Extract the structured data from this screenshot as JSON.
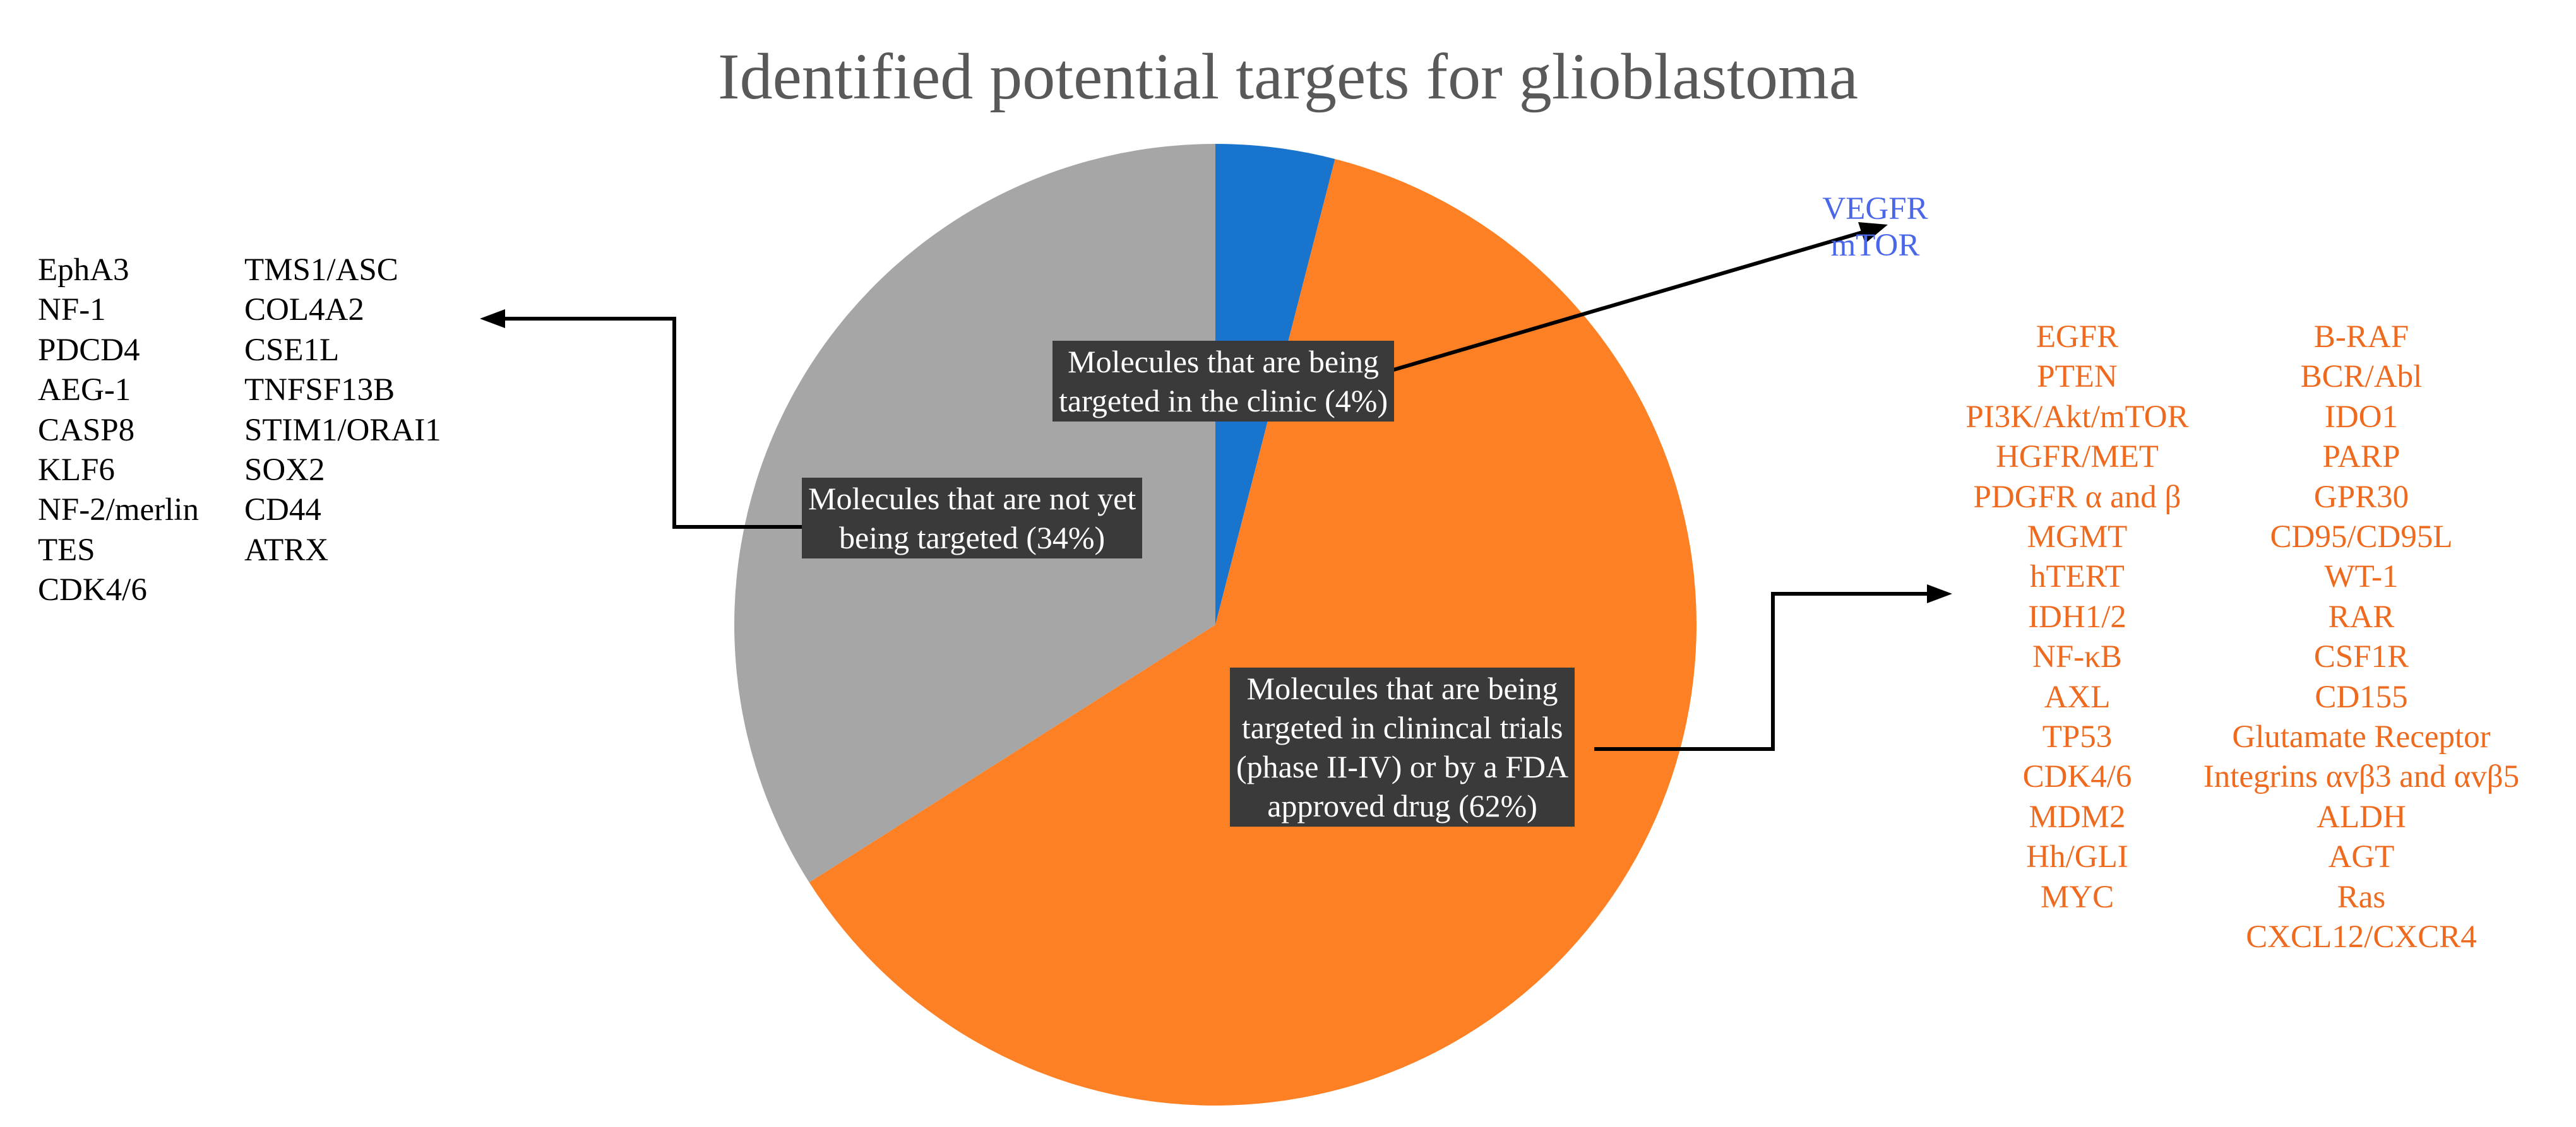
{
  "title": "Identified potential targets for glioblastoma",
  "chart_data": {
    "type": "pie",
    "title": "Identified potential targets for glioblastoma",
    "slices": [
      {
        "label": "Molecules that are being targeted in the clinic (4%)",
        "value": 4,
        "color": "#1874CD"
      },
      {
        "label": "Molecules that are being targeted in clinincal trials (phase II-IV) or by a FDA approved drug (62%)",
        "value": 62,
        "color": "#FD8024"
      },
      {
        "label": "Molecules that are not yet being targeted (34%)",
        "value": 34,
        "color": "#A6A6A6"
      }
    ]
  },
  "labels": {
    "clinic": [
      "Molecules that are being",
      "targeted in the clinic (4%)"
    ],
    "not_targeted": [
      "Molecules that are not yet",
      "being targeted (34%)"
    ],
    "trials": [
      "Molecules that are being",
      "targeted in clinincal trials",
      "(phase II-IV) or by a FDA",
      "approved drug (62%)"
    ]
  },
  "lists": {
    "clinic_targets": [
      "VEGFR",
      "mTOR"
    ],
    "not_targeted_col1": [
      "EphA3",
      "NF-1",
      "PDCD4",
      "AEG-1",
      "CASP8",
      "KLF6",
      "NF-2/merlin",
      "TES",
      "CDK4/6"
    ],
    "not_targeted_col2": [
      "TMS1/ASC",
      "COL4A2",
      "CSE1L",
      "TNFSF13B",
      "STIM1/ORAI1",
      "SOX2",
      "CD44",
      "ATRX"
    ],
    "trials_col1": [
      "EGFR",
      "PTEN",
      "PI3K/Akt/mTOR",
      "HGFR/MET",
      "PDGFR α and β",
      "MGMT",
      "hTERT",
      "IDH1/2",
      "NF-κB",
      "AXL",
      "TP53",
      "CDK4/6",
      "MDM2",
      "Hh/GLI",
      "MYC"
    ],
    "trials_col2": [
      "B-RAF",
      "BCR/Abl",
      "IDO1",
      "PARP",
      "GPR30",
      "CD95/CD95L",
      "WT-1",
      "RAR",
      "CSF1R",
      "CD155",
      "Glutamate Receptor",
      "Integrins αvβ3 and αvβ5",
      "ALDH",
      "AGT",
      "Ras",
      "CXCL12/CXCR4"
    ]
  }
}
